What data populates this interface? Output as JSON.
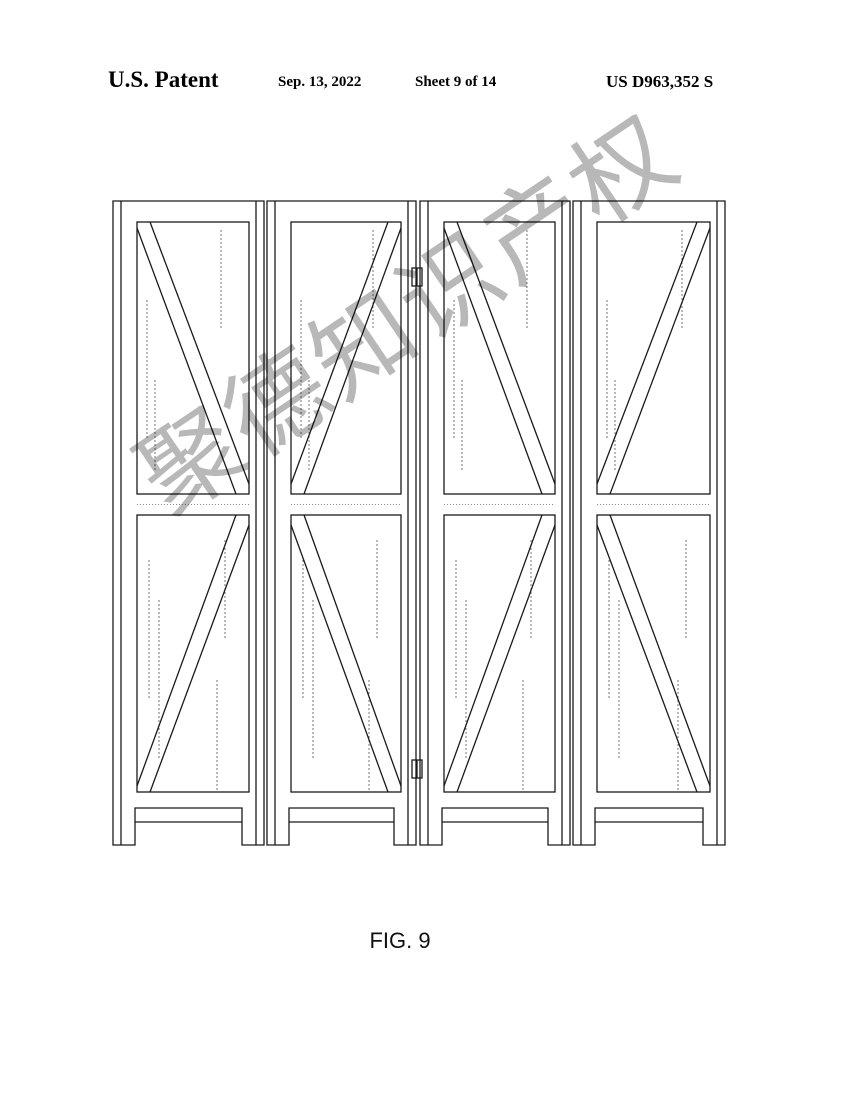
{
  "header": {
    "patent_label": "U.S. Patent",
    "date": "Sep. 13, 2022",
    "sheet": "Sheet 9 of 14",
    "patent_number": "US D963,352 S"
  },
  "figure": {
    "label": "FIG. 9",
    "panel_count": 4,
    "line_color": "#1a1a1a"
  },
  "watermark": {
    "text": "聚德知识产权"
  }
}
